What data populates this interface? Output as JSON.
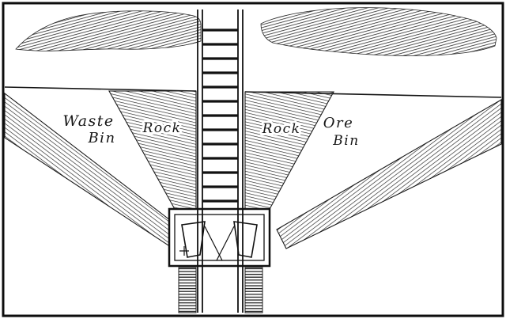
{
  "palette": {
    "ink": "#111111",
    "paper": "#ffffff"
  },
  "diagram": {
    "labels": {
      "waste_line1": "Waste",
      "waste_line2": "Bin",
      "rock_left": "Rock",
      "rock_right": "Rock",
      "ore_line1": "Ore",
      "ore_line2": "Bin"
    }
  }
}
